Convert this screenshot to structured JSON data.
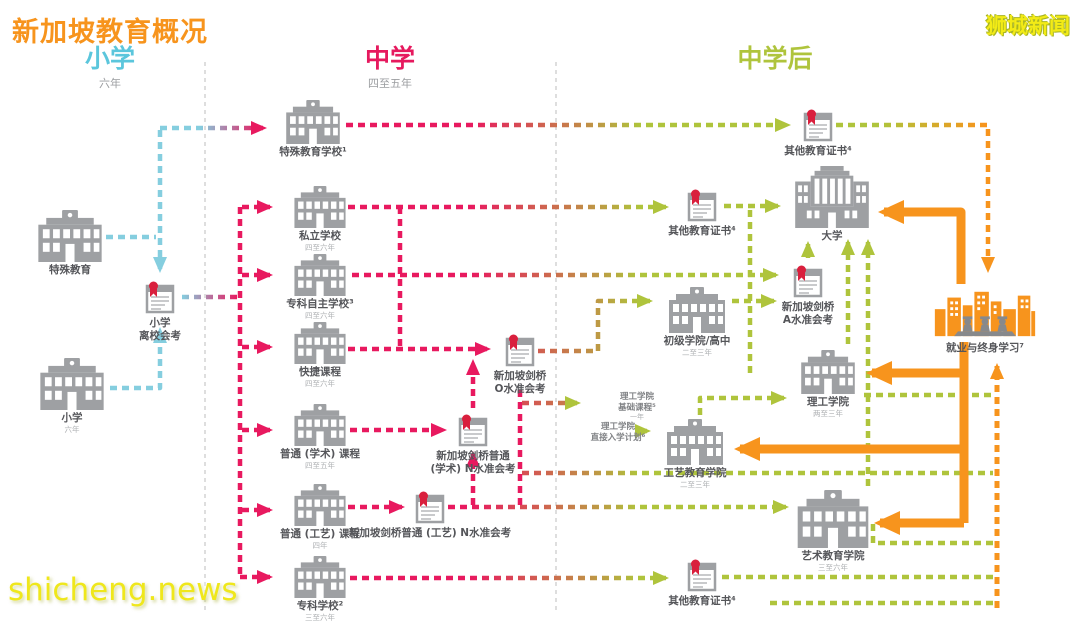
{
  "title": "新加坡教育概况",
  "brand": "狮城新闻",
  "watermark": "shicheng.news",
  "palette": {
    "cyan": "#85CEDF",
    "pink": "#E8195F",
    "green": "#AFC43C",
    "orange": "#F7941D",
    "gray_icon": "#9EA0A3",
    "gray_label": "#55565A",
    "gray_sub": "#AEB0B3",
    "ribbon_red": "#D91F3D",
    "title_orange": "#F7941D",
    "brand_yellow": "#F3EB16"
  },
  "columns": [
    {
      "label": "小学",
      "sublabel": "六年",
      "color": "#5BC6DC"
    },
    {
      "label": "中学",
      "sublabel": "四至五年",
      "color": "#E6195E"
    },
    {
      "label": "中学后",
      "sublabel": "",
      "color": "#AFC43C"
    }
  ],
  "nodes": [
    {
      "id": "special-edu-building",
      "icon": "school",
      "label": "特殊教育",
      "sublabel": ""
    },
    {
      "id": "primary-school",
      "icon": "school",
      "label": "小学",
      "sublabel": "六年"
    },
    {
      "id": "psle-exam",
      "icon": "certificate",
      "label": "小学\n离校会考",
      "sublabel": ""
    },
    {
      "id": "sped-school",
      "icon": "school",
      "label": "特殊教育学校¹",
      "sublabel": ""
    },
    {
      "id": "private-school",
      "icon": "school",
      "label": "私立学校",
      "sublabel": "四至六年"
    },
    {
      "id": "specialised-independent-school",
      "icon": "school",
      "label": "专科自主学校³",
      "sublabel": "四至六年"
    },
    {
      "id": "express-course",
      "icon": "school",
      "label": "快捷课程",
      "sublabel": "四至六年"
    },
    {
      "id": "normal-academic-course",
      "icon": "school",
      "label": "普通 (学术) 课程",
      "sublabel": "四至五年"
    },
    {
      "id": "normal-technical-course",
      "icon": "school",
      "label": "普通 (工艺) 课程",
      "sublabel": "四年"
    },
    {
      "id": "specialised-school",
      "icon": "school",
      "label": "专科学校²",
      "sublabel": "三至六年"
    },
    {
      "id": "o-level-exam",
      "icon": "certificate",
      "label": "新加坡剑桥\nO水准会考",
      "sublabel": ""
    },
    {
      "id": "n-academic-exam",
      "icon": "certificate",
      "label": "新加坡剑桥普通\n(学术) N水准会考",
      "sublabel": ""
    },
    {
      "id": "n-technical-exam",
      "icon": "certificate",
      "label": "新加坡剑桥普通 (工艺) N水准会考",
      "sublabel": ""
    },
    {
      "id": "other-cert-top",
      "icon": "certificate",
      "label": "其他教育证书⁴",
      "sublabel": ""
    },
    {
      "id": "other-cert-mid",
      "icon": "certificate",
      "label": "其他教育证书⁴",
      "sublabel": ""
    },
    {
      "id": "university",
      "icon": "university",
      "label": "大学",
      "sublabel": ""
    },
    {
      "id": "a-level-exam",
      "icon": "certificate",
      "label": "新加坡剑桥\nA水准会考",
      "sublabel": ""
    },
    {
      "id": "junior-college",
      "icon": "school",
      "label": "初级学院/高中",
      "sublabel": "二至三年"
    },
    {
      "id": "polytechnic",
      "icon": "school",
      "label": "理工学院",
      "sublabel": "两至三年"
    },
    {
      "id": "poly-foundation",
      "icon": "none",
      "label": "理工学院\n基础课程⁵",
      "sublabel": "一年"
    },
    {
      "id": "poly-direct-entry",
      "icon": "none",
      "label": "理工学院\n直接入学计划⁶",
      "sublabel": ""
    },
    {
      "id": "ite",
      "icon": "school",
      "label": "工艺教育学院",
      "sublabel": "二至三年"
    },
    {
      "id": "arts-institution",
      "icon": "school",
      "label": "艺术教育学院",
      "sublabel": "三至六年"
    },
    {
      "id": "other-cert-bottom",
      "icon": "certificate",
      "label": "其他教育证书⁴",
      "sublabel": ""
    },
    {
      "id": "employment",
      "icon": "city",
      "label": "就业与终身学习⁷",
      "sublabel": ""
    }
  ]
}
